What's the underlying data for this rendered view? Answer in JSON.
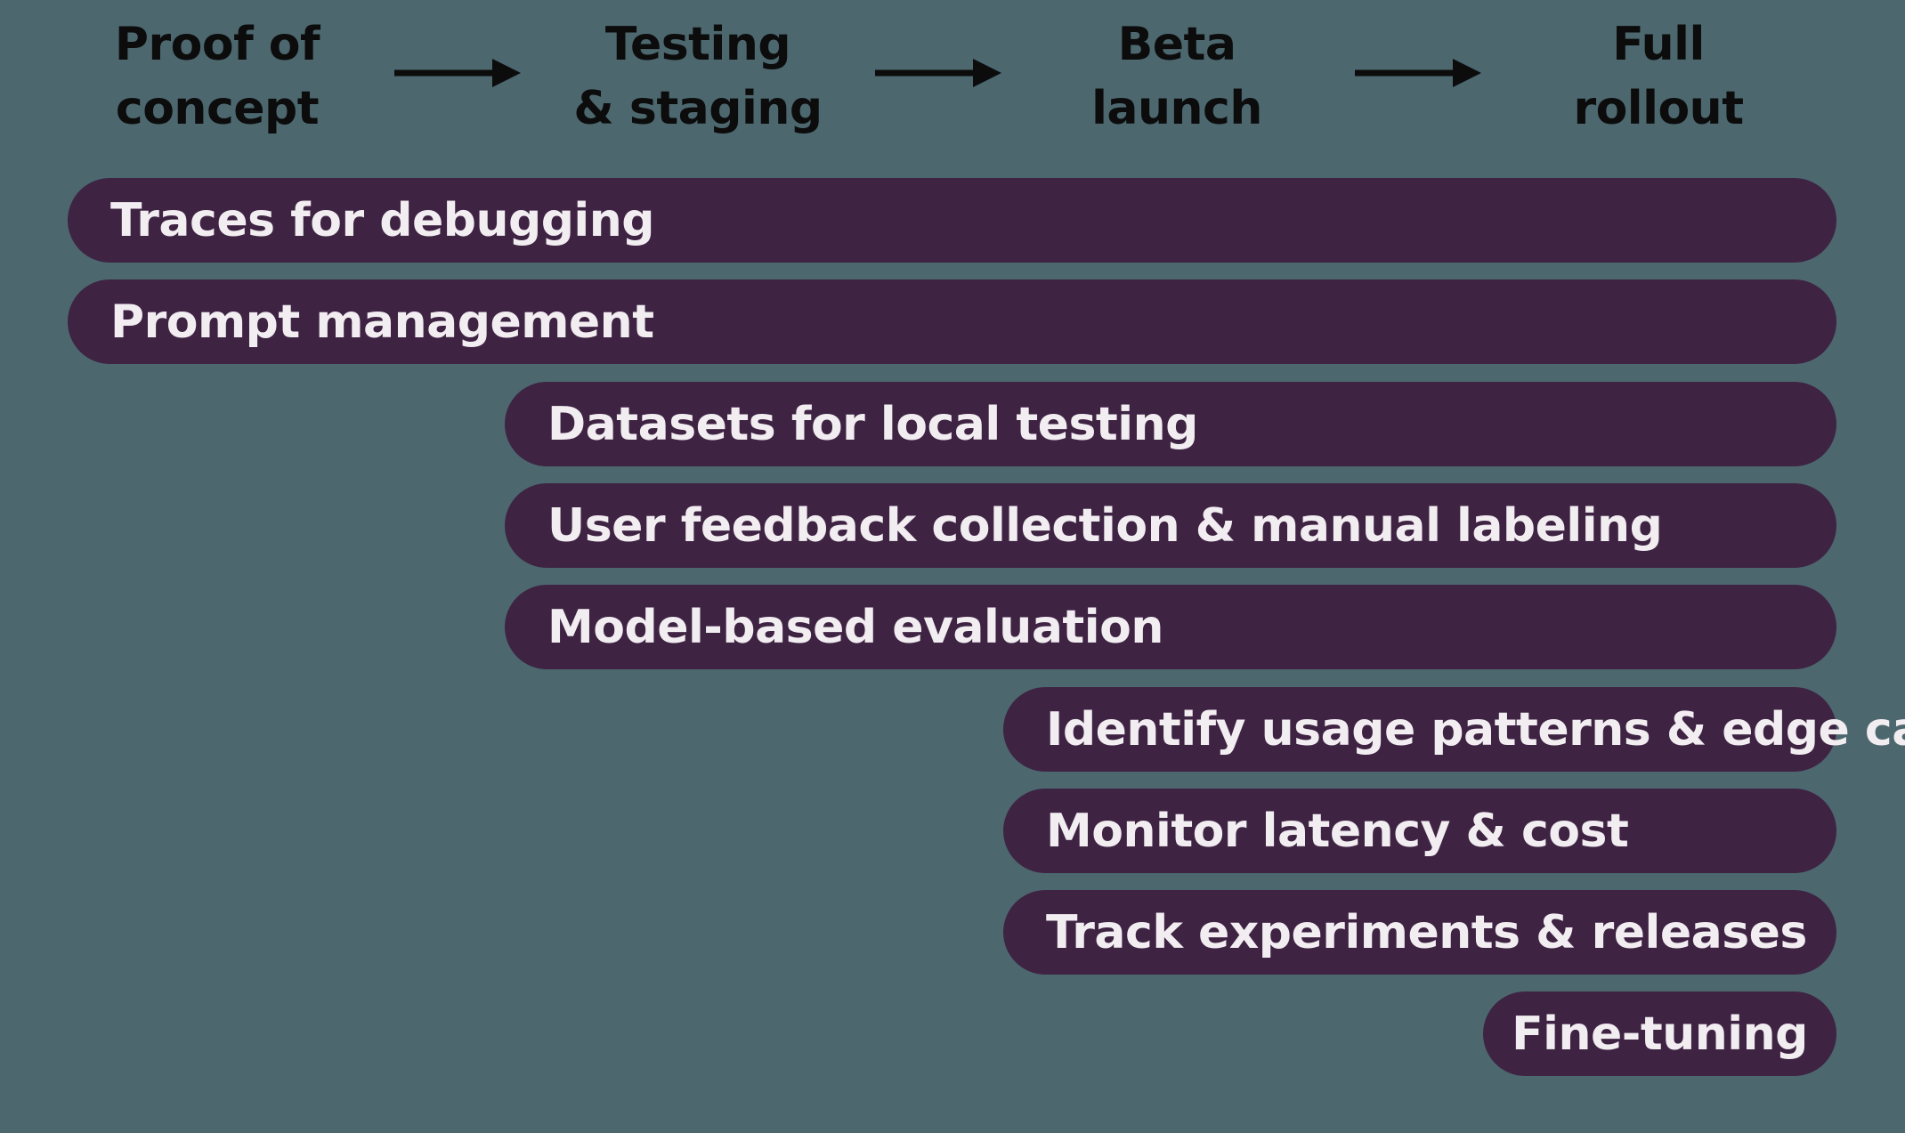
{
  "diagram": {
    "type": "rollout-timeline",
    "phases": [
      {
        "label": "Proof of\nconcept"
      },
      {
        "label": "Testing\n& staging"
      },
      {
        "label": "Beta\nlaunch"
      },
      {
        "label": "Full\nrollout"
      }
    ],
    "capabilities": [
      {
        "label": "Traces for debugging",
        "starts_at_phase": "Proof of concept",
        "ends_at_phase": "Full rollout"
      },
      {
        "label": "Prompt management",
        "starts_at_phase": "Proof of concept",
        "ends_at_phase": "Full rollout"
      },
      {
        "label": "Datasets for local testing",
        "starts_at_phase": "Testing & staging",
        "ends_at_phase": "Full rollout"
      },
      {
        "label": "User feedback collection & manual labeling",
        "starts_at_phase": "Testing & staging",
        "ends_at_phase": "Full rollout"
      },
      {
        "label": "Model-based evaluation",
        "starts_at_phase": "Testing & staging",
        "ends_at_phase": "Full rollout"
      },
      {
        "label": "Identify usage patterns & edge cases",
        "starts_at_phase": "Beta launch",
        "ends_at_phase": "Full rollout"
      },
      {
        "label": "Monitor latency & cost",
        "starts_at_phase": "Beta launch",
        "ends_at_phase": "Full rollout"
      },
      {
        "label": "Track experiments & releases",
        "starts_at_phase": "Beta launch",
        "ends_at_phase": "Full rollout"
      },
      {
        "label": "Fine-tuning",
        "starts_at_phase": "Full rollout",
        "ends_at_phase": "Full rollout"
      }
    ]
  },
  "colors": {
    "background": "#4c676e",
    "bar": "#3e2343",
    "bar_text": "#f2edf1",
    "heading_text": "#0c0c0c"
  }
}
